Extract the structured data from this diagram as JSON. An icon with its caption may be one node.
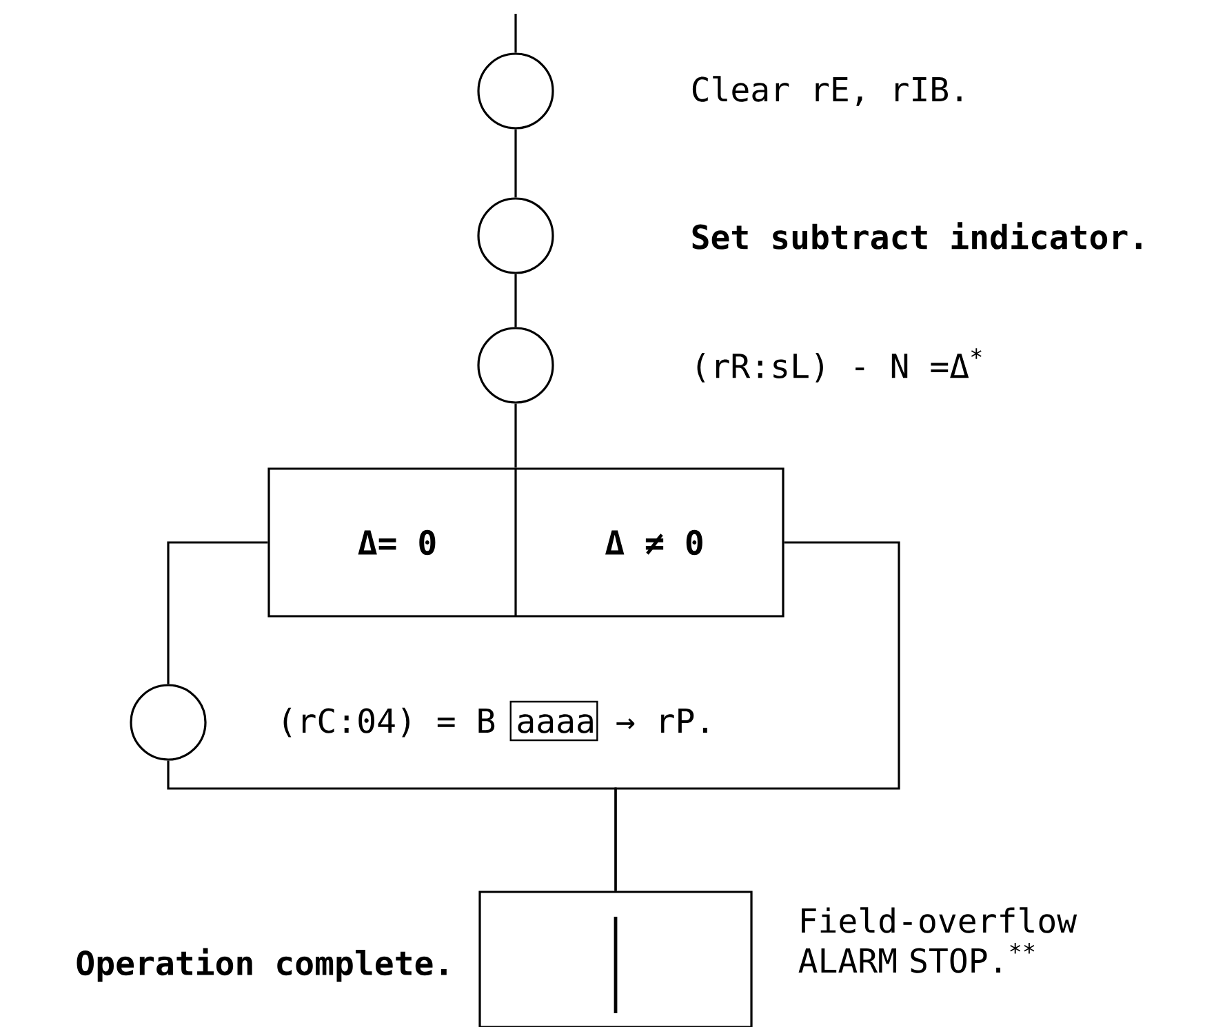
{
  "diagram": {
    "nodes": [
      {
        "text": [],
        "shape": "circle"
      },
      {
        "text": [],
        "shape": "circle"
      },
      {
        "text": [],
        "shape": "circle"
      },
      {
        "text": [
          "Δ= 0",
          "Δ ≠ 0"
        ]
      },
      {
        "text": [],
        "shape": "circle",
        "beside": [
          "(rC:04) = B aaaa → rP."
        ]
      },
      {
        "text": [],
        "shape": "box",
        "beside": [
          "Operation complete.",
          "Field-overflow ALARM STOP.$^{**}$"
        ]
      }
    ],
    "edges": [
      {
        "from": null,
        "to": 0,
        "arrow": "none"
      },
      {
        "from": 0,
        "to": 1,
        "arrow": "none"
      },
      {
        "from": 1,
        "to": 2,
        "arrow": "none"
      },
      {
        "from": 2,
        "to": 3,
        "arrow": "none"
      },
      {
        "from": 3,
        "to": 4,
        "arrow": "none"
      },
      {
        "from": 3,
        "to": 5,
        "arrow": "none"
      },
      {
        "from": 4,
        "to": 5,
        "arrow": "none"
      }
    ],
    "labels": [
      "Clear rE, rIB.",
      "Set subtract indicator.",
      "(rR:sL) - N =Δ$^{*}$"
    ]
  }
}
